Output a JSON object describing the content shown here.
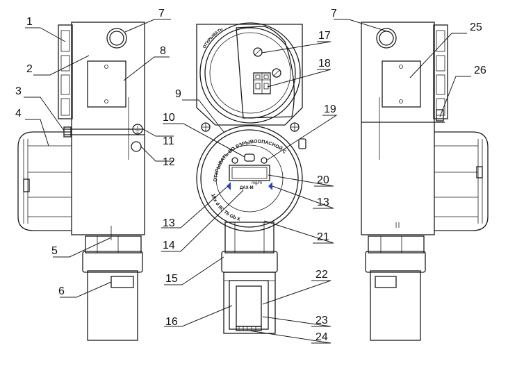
{
  "labels": {
    "n1": "1",
    "n2": "2",
    "n3": "3",
    "n4": "4",
    "n5": "5",
    "n6": "6",
    "n7a": "7",
    "n7b": "7",
    "n8": "8",
    "n9": "9",
    "n10": "10",
    "n11": "11",
    "n12": "12",
    "n13a": "13",
    "n13b": "13",
    "n14": "14",
    "n15": "15",
    "n16": "16",
    "n17": "17",
    "n18": "18",
    "n19": "19",
    "n20": "20",
    "n21": "21",
    "n22": "22",
    "n23": "23",
    "n24": "24",
    "n25": "25",
    "n26": "26"
  },
  "inscriptions": {
    "cover_top": "ОТКРЫВАТЬ",
    "ring_warning": "ОТКРЫВАТЬ ВО ВЗРЫВООПАСНОЙ СРЕДЕ ЗАПРЕЩАЕТСЯ",
    "display_unit": "mg/m",
    "model": "ДАХ-М",
    "marking": "1Ex d IIC T6 Gb X"
  },
  "colors": {
    "lines": "#1a1a1a",
    "indicator_triangles": "#2b46c9"
  }
}
